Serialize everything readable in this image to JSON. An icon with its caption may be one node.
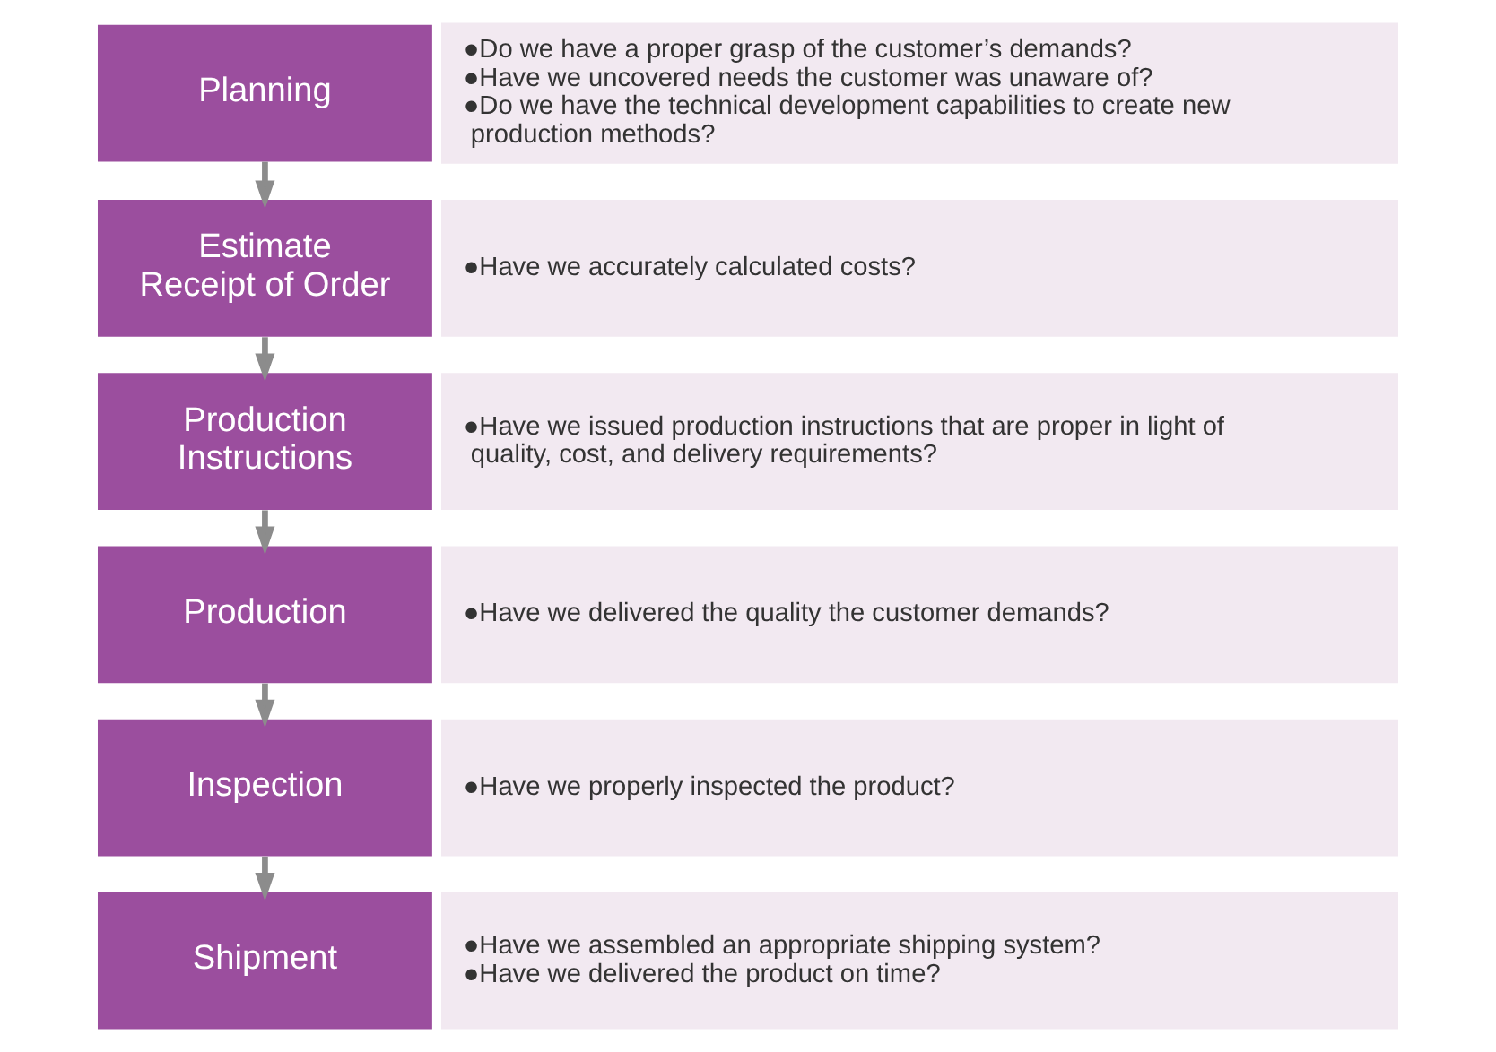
{
  "diagram": {
    "nodes": [
      {
        "text": [
          "Planning"
        ]
      },
      {
        "text": [
          "●Do we have a proper grasp of the customer’s demands?",
          "●Have we uncovered needs the customer was unaware of?",
          "●Do we have the technical development capabilities to create new production methods?"
        ]
      },
      {
        "text": [
          "Estimate",
          "Receipt of Order"
        ]
      },
      {
        "text": [
          "●Have we accurately calculated costs?"
        ]
      },
      {
        "text": [
          "Production Instructions"
        ]
      },
      {
        "text": [
          "●Have we issued production instructions that are proper in light of quality, cost, and delivery requirements?"
        ]
      },
      {
        "text": [
          "Production"
        ]
      },
      {
        "text": [
          "●Have we delivered the quality the customer demands?"
        ]
      },
      {
        "text": [
          "Inspection"
        ]
      },
      {
        "text": [
          "●Have we properly inspected the product?"
        ]
      },
      {
        "text": [
          "Shipment"
        ]
      },
      {
        "text": [
          "●Have we assembled an appropriate shipping system?",
          "●Have we delivered the product on time?"
        ]
      }
    ],
    "edges": [
      {
        "from": 0,
        "to": 2,
        "arrow": "to"
      },
      {
        "from": 2,
        "to": 4,
        "arrow": "to"
      },
      {
        "from": 4,
        "to": 6,
        "arrow": "to"
      },
      {
        "from": 6,
        "to": 8,
        "arrow": "to"
      },
      {
        "from": 8,
        "to": 10,
        "arrow": "to"
      }
    ]
  }
}
